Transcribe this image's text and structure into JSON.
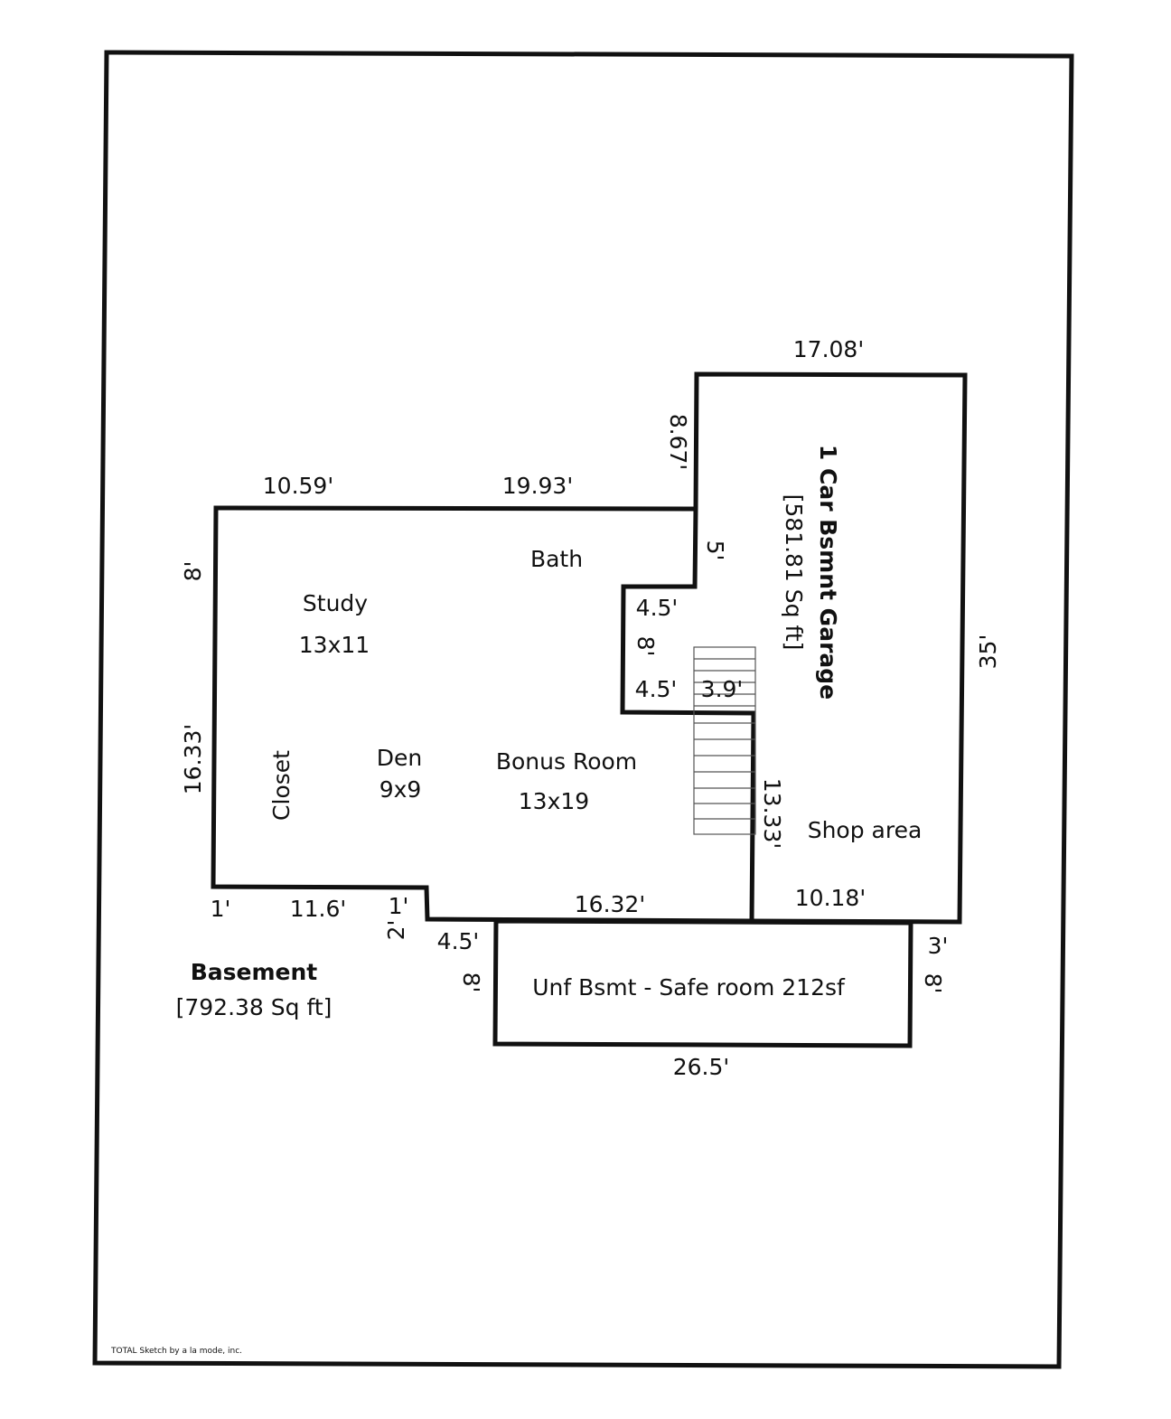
{
  "credit": "TOTAL Sketch by a la mode, inc.",
  "areas": {
    "basement": {
      "name": "Basement",
      "size": "[792.38 Sq ft]"
    },
    "garage": {
      "name": "1 Car Bsmnt Garage",
      "size": "[581.81 Sq ft]"
    },
    "unfinished": {
      "label": "Unf Bsmt - Safe room 212sf"
    }
  },
  "rooms": {
    "study": {
      "name": "Study",
      "size": "13x11"
    },
    "bath": {
      "name": "Bath"
    },
    "den": {
      "name": "Den",
      "size": "9x9"
    },
    "bonus": {
      "name": "Bonus Room",
      "size": "13x19"
    },
    "closet": {
      "name": "Closet"
    },
    "shop": {
      "name": "Shop area"
    }
  },
  "dimensions": {
    "garage_top": "17.08'",
    "garage_right": "35'",
    "garage_left_upper": "8.67'",
    "main_top_left": "10.59'",
    "main_top_right": "19.93'",
    "main_left_upper": "8'",
    "main_left_lower": "16.33'",
    "notch_right": "5'",
    "notch_top": "4.5'",
    "notch_side": "8'",
    "notch_bottom": "4.5'",
    "stair_width": "3.9'",
    "stair_wall": "13.33'",
    "shop_bottom": "10.18'",
    "bottom_1a": "1'",
    "bottom_11_6": "11.6'",
    "bottom_1b": "1'",
    "bottom_2": "2'",
    "bottom_16_32": "16.32'",
    "unf_left_top": "4.5'",
    "unf_left": "8'",
    "unf_right_top": "3'",
    "unf_right": "8'",
    "unf_bottom": "26.5'"
  }
}
